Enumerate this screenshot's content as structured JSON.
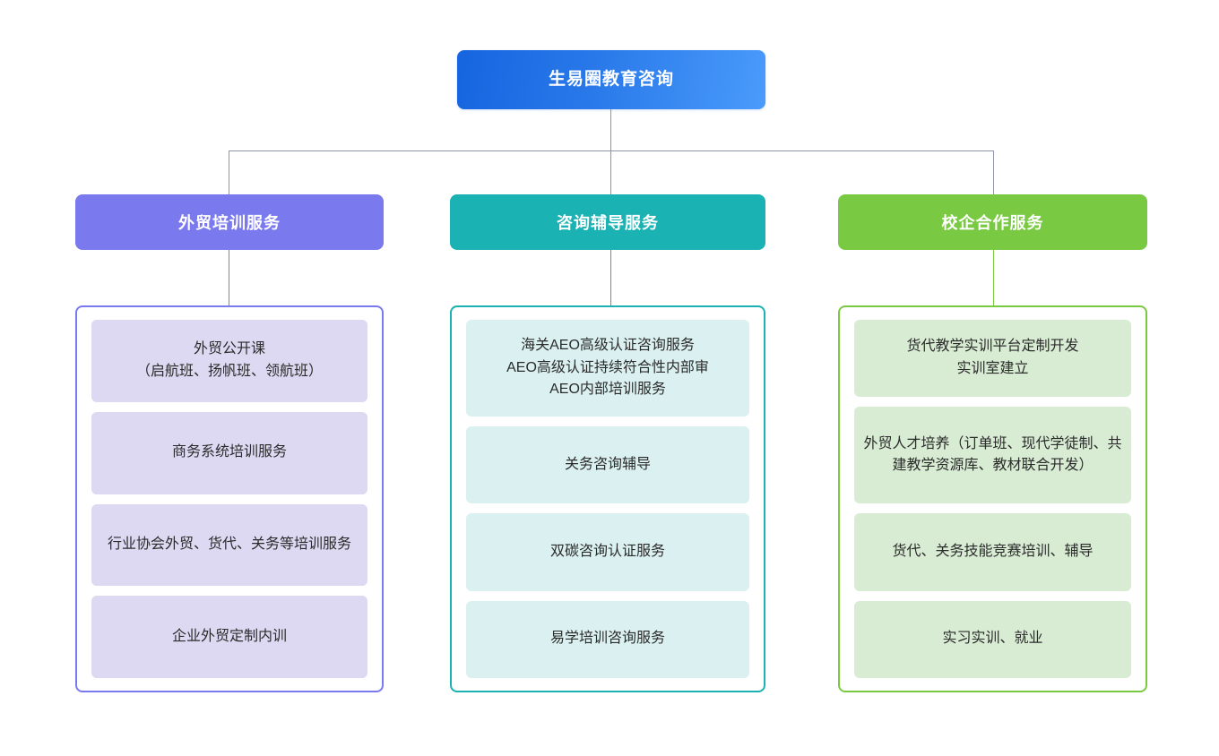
{
  "diagram": {
    "type": "organization-tree",
    "root": {
      "label": "生易圈教育咨询",
      "color": "#1565e0",
      "gradient_to": "#4a9bfb"
    },
    "branches": [
      {
        "label": "外贸培训服务",
        "color": "#7b79ee",
        "item_fill": "#ddd9f2",
        "items": [
          {
            "label": "外贸公开课\n（启航班、扬帆班、领航班）"
          },
          {
            "label": "商务系统培训服务"
          },
          {
            "label": "行业协会外贸、货代、关务等培训服务"
          },
          {
            "label": "企业外贸定制内训"
          }
        ]
      },
      {
        "label": "咨询辅导服务",
        "color": "#1ab2b2",
        "item_fill": "#dbf0f0",
        "items": [
          {
            "label": "海关AEO高级认证咨询服务\nAEO高级认证持续符合性内部审\nAEO内部培训服务"
          },
          {
            "label": "关务咨询辅导"
          },
          {
            "label": "双碳咨询认证服务"
          },
          {
            "label": "易学培训咨询服务"
          }
        ]
      },
      {
        "label": "校企合作服务",
        "color": "#7ac943",
        "item_fill": "#d8ecd4",
        "items": [
          {
            "label": "货代教学实训平台定制开发\n实训室建立"
          },
          {
            "label": "外贸人才培养（订单班、现代学徒制、共建教学资源库、教材联合开发）"
          },
          {
            "label": "货代、关务技能竞赛培训、辅导"
          },
          {
            "label": "实习实训、就业"
          }
        ]
      }
    ],
    "connector_color": "#8b95a6"
  }
}
